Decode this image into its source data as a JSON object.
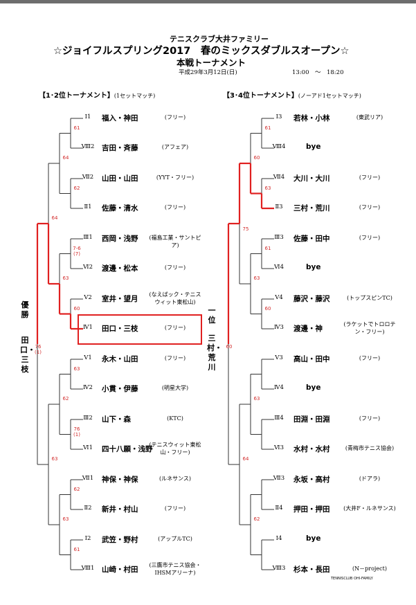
{
  "header": {
    "org": "テニスクラブ大井ファミリー",
    "title": "☆ジョイフルスプリング2017　春のミックスダブルスオープン☆",
    "subtitle": "本戦トーナメント",
    "date": "平成29年3月12日(日)",
    "time": "13:00　～　18:20"
  },
  "left_section": {
    "title": "【1･2位トーナメント】",
    "note": "(1セットマッチ)",
    "winner_label": "優勝",
    "winner_name": "田口・三枝",
    "entries": [
      {
        "seed": "Ⅰ1",
        "pair": "福入・神田",
        "club": "(フリー)"
      },
      {
        "seed": "Ⅷ2",
        "pair": "吉田・斉藤",
        "club": "(アフェア)"
      },
      {
        "seed": "Ⅶ2",
        "pair": "山田・山田",
        "club": "(YYT・フリー)"
      },
      {
        "seed": "Ⅱ1",
        "pair": "佐藤・清水",
        "club": "(フリー)"
      },
      {
        "seed": "Ⅲ1",
        "pair": "西岡・浅野",
        "club": "(福島工業・サントピア)"
      },
      {
        "seed": "Ⅵ2",
        "pair": "渡邊・松本",
        "club": "(フリー)"
      },
      {
        "seed": "Ⅴ2",
        "pair": "室井・望月",
        "club": "(なえばック・テニスウィット東松山)"
      },
      {
        "seed": "Ⅳ1",
        "pair": "田口・三枝",
        "club": "(フリー)"
      },
      {
        "seed": "Ⅴ1",
        "pair": "永木・山田",
        "club": "(フリー)"
      },
      {
        "seed": "Ⅳ2",
        "pair": "小貫・伊藤",
        "club": "(明星大学)"
      },
      {
        "seed": "Ⅲ2",
        "pair": "山下・森",
        "club": "(KTC)"
      },
      {
        "seed": "Ⅵ1",
        "pair": "四十八願・浅野",
        "club": "(テニスウィット東松山・フリー)"
      },
      {
        "seed": "Ⅶ1",
        "pair": "神保・神保",
        "club": "(ルネサンス)"
      },
      {
        "seed": "Ⅱ2",
        "pair": "新井・村山",
        "club": "(フリー)"
      },
      {
        "seed": "Ⅰ2",
        "pair": "武笠・野村",
        "club": "(アップルTC)"
      },
      {
        "seed": "Ⅷ1",
        "pair": "山崎・村田",
        "club": "(三鷹市テニス協会・IHSMアリーナ)"
      }
    ],
    "scores": {
      "r1": [
        "61",
        "62",
        "7-6\n(7)",
        "60",
        "63",
        "76\n(1)",
        "62",
        "61"
      ],
      "r2": [
        "64",
        "63",
        "62",
        "63"
      ],
      "r3": [
        "64",
        "63"
      ],
      "final": "76\n(1)"
    }
  },
  "right_section": {
    "title": "【3･4位トーナメント】",
    "note": "(ノーアド1セットマッチ)",
    "winner_label": "一位",
    "winner_name": "三村・荒川",
    "entries": [
      {
        "seed": "Ⅰ3",
        "pair": "若林・小林",
        "club": "(東武リア)"
      },
      {
        "seed": "Ⅷ4",
        "pair": "bye",
        "club": ""
      },
      {
        "seed": "Ⅶ4",
        "pair": "大川・大川",
        "club": "(フリー)"
      },
      {
        "seed": "Ⅱ3",
        "pair": "三村・荒川",
        "club": "(フリー)"
      },
      {
        "seed": "Ⅲ3",
        "pair": "佐藤・田中",
        "club": "(フリー)"
      },
      {
        "seed": "Ⅵ4",
        "pair": "bye",
        "club": ""
      },
      {
        "seed": "Ⅴ4",
        "pair": "藤沢・藤沢",
        "club": "(トップスピンTC)"
      },
      {
        "seed": "Ⅳ3",
        "pair": "渡邊・神",
        "club": "(ラケットでトロロテン・フリー)"
      },
      {
        "seed": "Ⅴ3",
        "pair": "高山・田中",
        "club": "(フリー)"
      },
      {
        "seed": "Ⅳ4",
        "pair": "bye",
        "club": ""
      },
      {
        "seed": "Ⅲ4",
        "pair": "田淵・田淵",
        "club": "(フリー)"
      },
      {
        "seed": "Ⅵ3",
        "pair": "水村・水村",
        "club": "(青梅市テニス協会)"
      },
      {
        "seed": "Ⅶ3",
        "pair": "永坂・高村",
        "club": "(ドアラ)"
      },
      {
        "seed": "Ⅱ4",
        "pair": "押田・押田",
        "club": "(大井F・ルネサンス)"
      },
      {
        "seed": "Ⅰ4",
        "pair": "bye",
        "club": ""
      },
      {
        "seed": "Ⅷ3",
        "pair": "杉本・長田",
        "club": "(N－project)"
      }
    ],
    "scores": {
      "r1": [
        "61",
        "63",
        "61",
        "60"
      ],
      "r2": [
        "60",
        "63",
        "63",
        "62"
      ],
      "r3": [
        "75",
        "64"
      ],
      "final": "60"
    }
  },
  "footer": "TENNISCLUB OHI-FAMILY",
  "colors": {
    "winner_line": "#e02020",
    "bracket_line": "#333333",
    "score_text": "#d22a2a",
    "top_bar": "#6d6d6d"
  }
}
